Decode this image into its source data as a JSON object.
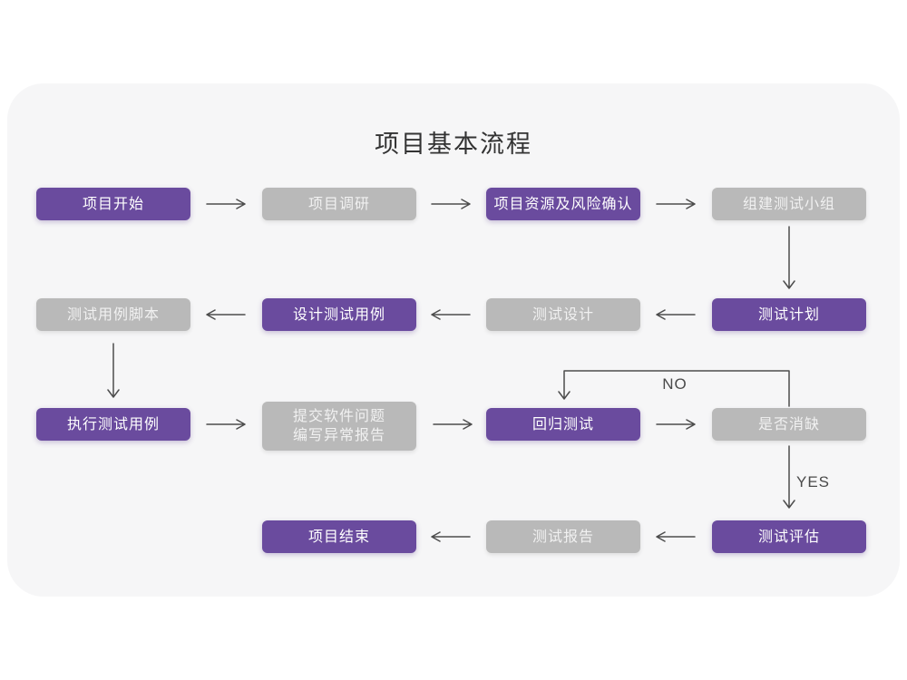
{
  "title": "项目基本流程",
  "colors": {
    "page_bg": "#ffffff",
    "card_bg": "#f6f6f7",
    "node_purple": "#6a4b9e",
    "node_gray": "#b9b9b9",
    "node_text": "#ffffff",
    "arrow": "#4d4d4d",
    "title_text": "#333333"
  },
  "nodes": {
    "start": {
      "label": "项目开始",
      "type": "purple"
    },
    "research": {
      "label": "项目调研",
      "type": "gray"
    },
    "risk": {
      "label": "项目资源及风险确认",
      "type": "purple"
    },
    "team": {
      "label": "组建测试小组",
      "type": "gray"
    },
    "plan": {
      "label": "测试计划",
      "type": "purple"
    },
    "design": {
      "label": "测试设计",
      "type": "gray"
    },
    "design_cases": {
      "label": "设计测试用例",
      "type": "purple"
    },
    "scripts": {
      "label": "测试用例脚本",
      "type": "gray"
    },
    "execute": {
      "label": "执行测试用例",
      "type": "purple"
    },
    "report_issues": {
      "lines": [
        "提交软件问题",
        "编写异常报告"
      ],
      "type": "gray"
    },
    "regression": {
      "label": "回归测试",
      "type": "purple"
    },
    "defect_check": {
      "label": "是否消缺",
      "type": "gray"
    },
    "evaluate": {
      "label": "测试评估",
      "type": "purple"
    },
    "report": {
      "label": "测试报告",
      "type": "gray"
    },
    "end": {
      "label": "项目结束",
      "type": "purple"
    }
  },
  "flow": {
    "no_label": "NO",
    "yes_label": "YES",
    "edges": [
      {
        "from": "start",
        "to": "research"
      },
      {
        "from": "research",
        "to": "risk"
      },
      {
        "from": "risk",
        "to": "team"
      },
      {
        "from": "team",
        "to": "plan"
      },
      {
        "from": "plan",
        "to": "design"
      },
      {
        "from": "design",
        "to": "design_cases"
      },
      {
        "from": "design_cases",
        "to": "scripts"
      },
      {
        "from": "scripts",
        "to": "execute"
      },
      {
        "from": "execute",
        "to": "report_issues"
      },
      {
        "from": "report_issues",
        "to": "regression"
      },
      {
        "from": "regression",
        "to": "defect_check"
      },
      {
        "from": "defect_check",
        "to": "regression",
        "label": "NO"
      },
      {
        "from": "defect_check",
        "to": "evaluate",
        "label": "YES"
      },
      {
        "from": "evaluate",
        "to": "report"
      },
      {
        "from": "report",
        "to": "end"
      }
    ]
  }
}
